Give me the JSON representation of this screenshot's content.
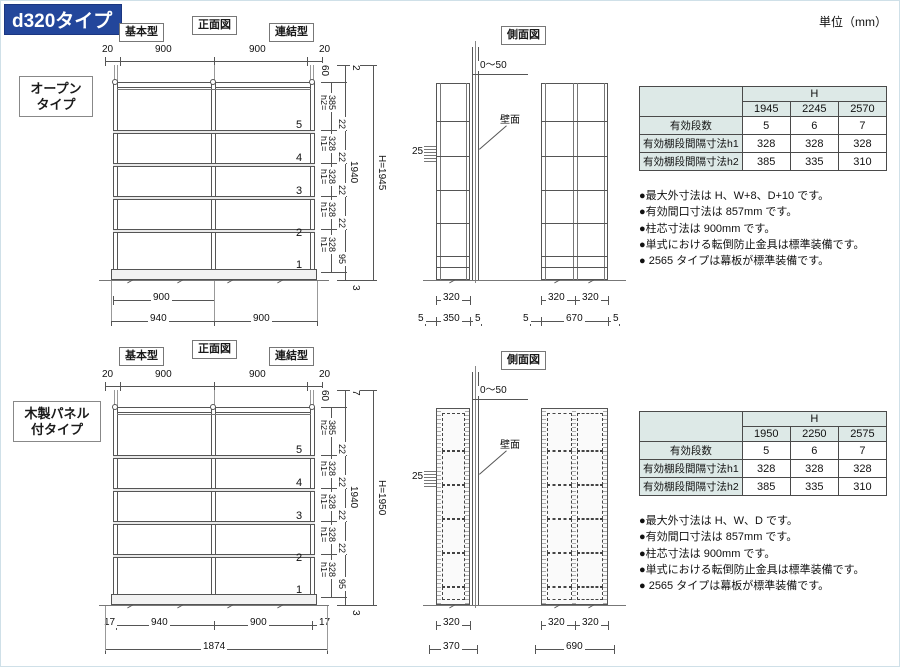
{
  "header": {
    "banner_title": "d320タイプ",
    "unit_note": "単位（mm）"
  },
  "sections": [
    {
      "id": "open-type",
      "type_label": "オープン\nタイプ",
      "type_label_line1": "オープン",
      "type_label_line2": "タイプ",
      "front_view_label": "正面図",
      "side_view_label": "側面図",
      "basic_label": "基本型",
      "link_label": "連結型",
      "wall_label": "壁面",
      "gap_label": "0〜50",
      "top_dims": {
        "left_edge": "20",
        "bay1": "900",
        "bay2": "900",
        "right_edge": "20"
      },
      "bottom_dims": {
        "inner": "900",
        "basic_total": "940",
        "link_total": "900"
      },
      "right_dims": {
        "top_post": "60",
        "top_gap": "2",
        "h2": "h2=\n385",
        "h2_label": "h2=",
        "h2_value": "385",
        "h1_label": "h1=",
        "h1_value": "328",
        "shelf_thickness": "22",
        "base_height": "95",
        "inner_total": "1940",
        "overall": "H=1945",
        "bottom_gap": "3"
      },
      "shelf_numbers": [
        "5",
        "4",
        "3",
        "2",
        "1"
      ],
      "side_dims": {
        "single_depth": "320",
        "single_total": "350",
        "single_edge_left": "5",
        "single_edge_right": "5",
        "double_depth_a": "320",
        "double_depth_b": "320",
        "double_total": "670",
        "double_edge_left": "5",
        "double_edge_right": "5",
        "wall_offset": "25"
      },
      "table": {
        "group_header": "H",
        "h_values": [
          "1945",
          "2245",
          "2570"
        ],
        "rows": [
          {
            "label": "有効段数",
            "values": [
              "5",
              "6",
              "7"
            ]
          },
          {
            "label": "有効棚段間隔寸法h1",
            "values": [
              "328",
              "328",
              "328"
            ]
          },
          {
            "label": "有効棚段間隔寸法h2",
            "values": [
              "385",
              "335",
              "310"
            ]
          }
        ]
      },
      "notes": [
        "●最大外寸法は H、W+8、D+10 です。",
        "●有効間口寸法は 857mm です。",
        "●柱芯寸法は 900mm です。",
        "●単式における転倒防止金具は標準装備です。",
        "● 2565 タイプは幕板が標準装備です。"
      ]
    },
    {
      "id": "wood-panel-type",
      "type_label_line1": "木製パネル",
      "type_label_line2": "付タイプ",
      "front_view_label": "正面図",
      "side_view_label": "側面図",
      "basic_label": "基本型",
      "link_label": "連結型",
      "wall_label": "壁面",
      "gap_label": "0〜50",
      "top_dims": {
        "left_edge": "20",
        "bay1": "900",
        "bay2": "900",
        "right_edge": "20"
      },
      "bottom_dims": {
        "left_edge": "17",
        "basic_total": "940",
        "link_total": "900",
        "right_edge": "17",
        "grand_total": "1874"
      },
      "right_dims": {
        "top_post": "60",
        "top_gap": "7",
        "h2_label": "h2=",
        "h2_value": "385",
        "h1_label": "h1=",
        "h1_value": "328",
        "shelf_thickness": "22",
        "base_height": "95",
        "inner_total": "1940",
        "overall": "H=1950",
        "bottom_gap": "3"
      },
      "shelf_numbers": [
        "5",
        "4",
        "3",
        "2",
        "1"
      ],
      "side_dims": {
        "single_depth": "320",
        "single_total": "370",
        "double_depth_a": "320",
        "double_depth_b": "320",
        "double_total": "690",
        "wall_offset": "25"
      },
      "table": {
        "group_header": "H",
        "h_values": [
          "1950",
          "2250",
          "2575"
        ],
        "rows": [
          {
            "label": "有効段数",
            "values": [
              "5",
              "6",
              "7"
            ]
          },
          {
            "label": "有効棚段間隔寸法h1",
            "values": [
              "328",
              "328",
              "328"
            ]
          },
          {
            "label": "有効棚段間隔寸法h2",
            "values": [
              "385",
              "335",
              "310"
            ]
          }
        ]
      },
      "notes": [
        "●最大外寸法は H、W、D です。",
        "●有効間口寸法は 857mm です。",
        "●柱芯寸法は 900mm です。",
        "●単式における転倒防止金具は標準装備です。",
        "● 2565 タイプは幕板が標準装備です。"
      ]
    }
  ],
  "colors": {
    "banner_bg": "#23469b",
    "table_header_bg": "#dde9e7",
    "line": "#555555",
    "page_border": "#cfe0e8"
  }
}
